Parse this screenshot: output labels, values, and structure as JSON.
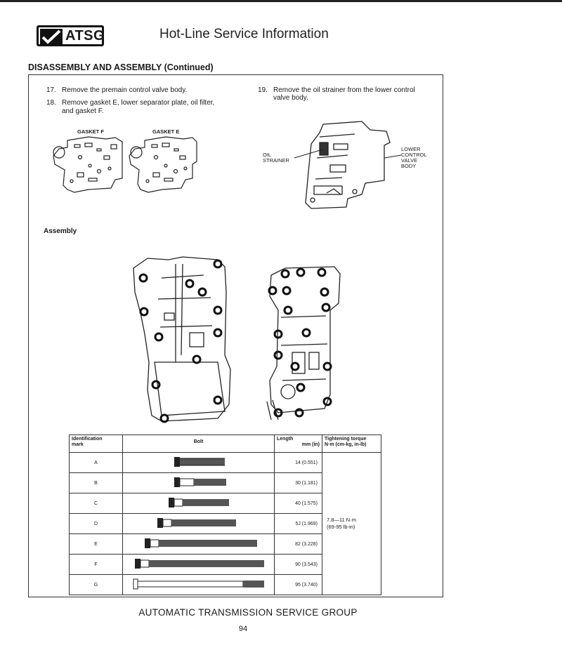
{
  "header": {
    "logo_text": "ATSG",
    "title": "Hot-Line Service Information"
  },
  "section_title": "DISASSEMBLY AND ASSEMBLY (Continued)",
  "steps": [
    {
      "num": "17.",
      "text": "Remove the premain control valve body."
    },
    {
      "num": "18.",
      "text_line1": "Remove gasket E, lower separator plate, oil filter,",
      "text_line2": "and gasket F."
    },
    {
      "num": "19.",
      "text_line1": "Remove the oil strainer from the lower control",
      "text_line2": "valve body."
    }
  ],
  "figure_labels": {
    "gasket_f": "GASKET F",
    "gasket_e": "GASKET E",
    "oil_strainer_line1": "OIL",
    "oil_strainer_line2": "STRAINER",
    "lower_cvb_line1": "LOWER",
    "lower_cvb_line2": "CONTROL",
    "lower_cvb_line3": "VALVE",
    "lower_cvb_line4": "BODY"
  },
  "assembly_heading": "Assembly",
  "bolt_table": {
    "headers": {
      "mark_line1": "Identification",
      "mark_line2": "mark",
      "bolt": "Bolt",
      "length_line1": "Length",
      "length_line2": "mm (in)",
      "torque_line1": "Tightening torque",
      "torque_line2": "N·m (cm-kg, in-lb)"
    },
    "rows": [
      {
        "mark": "A",
        "length": "14 (0.551)"
      },
      {
        "mark": "B",
        "length": "30 (1.181)"
      },
      {
        "mark": "C",
        "length": "40 (1.575)"
      },
      {
        "mark": "D",
        "length": "5J (1.969)"
      },
      {
        "mark": "E",
        "length": "82 (3.228)"
      },
      {
        "mark": "F",
        "length": "90 (3.543)"
      },
      {
        "mark": "G",
        "length": "95 (3.740)"
      }
    ],
    "torque_line1": "7.8—11 N·m",
    "torque_line2": "(69-95 lb-in)"
  },
  "footer": "AUTOMATIC TRANSMISSION SERVICE GROUP",
  "page_number": "94"
}
